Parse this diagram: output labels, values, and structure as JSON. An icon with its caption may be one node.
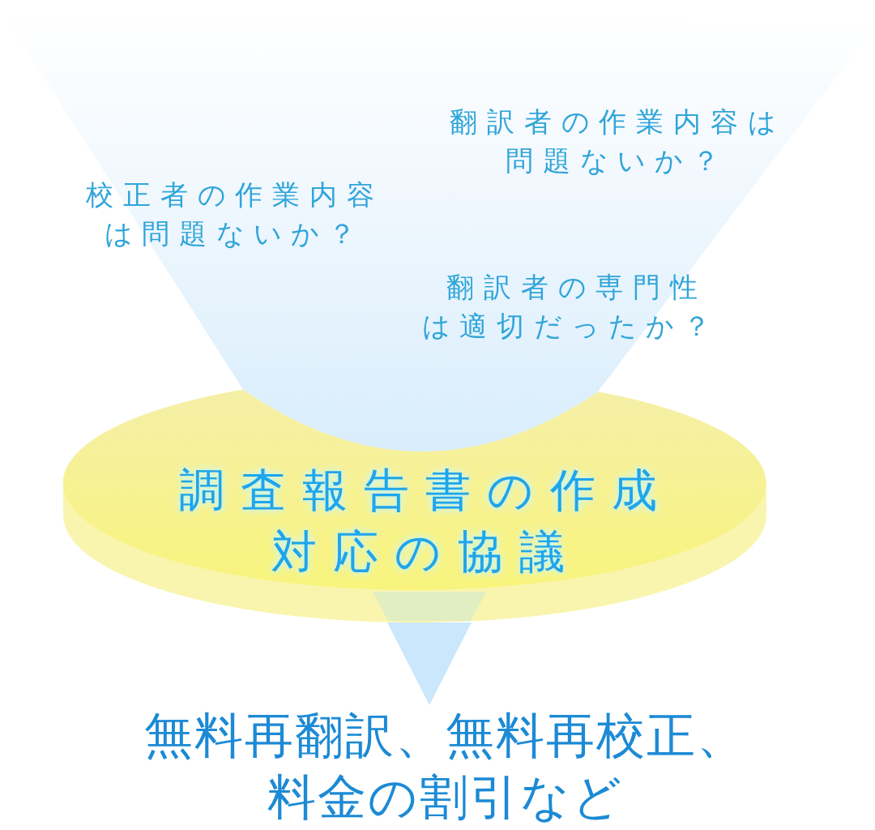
{
  "diagram": {
    "nodes": [
      {
        "text": [
          "翻訳者の作業内容は問題ないか？",
          "校正者の作業内容は問題ないか？",
          "翻訳者の専門性は適切だったか？"
        ]
      },
      {
        "text": [
          "調査報告書の作成",
          "対応の協議"
        ]
      },
      {
        "text": [
          "無料再翻訳、無料再校正、料金の割引など"
        ]
      }
    ],
    "edges": [
      {
        "from": 1,
        "to": 2,
        "arrow": "to"
      }
    ]
  }
}
